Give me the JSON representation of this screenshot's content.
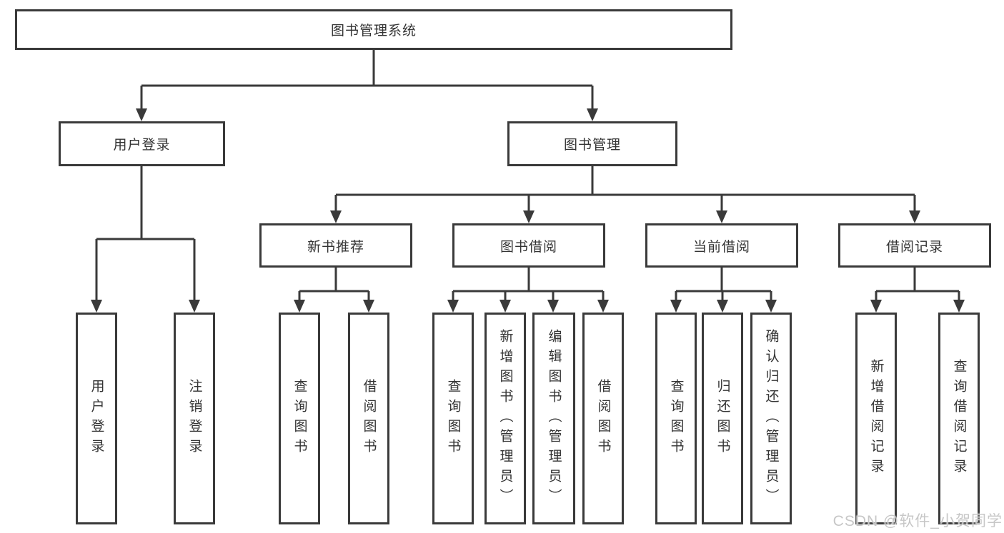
{
  "diagram": {
    "title": "图书管理系统",
    "nodes": [
      {
        "id": "root",
        "label": "图书管理系统"
      },
      {
        "id": "user-login",
        "label": "用户登录"
      },
      {
        "id": "book-management",
        "label": "图书管理"
      },
      {
        "id": "new-book-recommend",
        "label": "新书推荐"
      },
      {
        "id": "book-borrowing",
        "label": "图书借阅"
      },
      {
        "id": "current-borrowing",
        "label": "当前借阅"
      },
      {
        "id": "borrowing-records",
        "label": "借阅记录"
      },
      {
        "id": "leaf-user-login",
        "label": "用户登录"
      },
      {
        "id": "leaf-logout",
        "label": "注销登录"
      },
      {
        "id": "leaf-recommend-query-books",
        "label": "查询图书"
      },
      {
        "id": "leaf-recommend-borrow-books",
        "label": "借阅图书"
      },
      {
        "id": "leaf-borrowing-query-books",
        "label": "查询图书"
      },
      {
        "id": "leaf-borrowing-add-books-admin",
        "label": "新增图书（管理员）"
      },
      {
        "id": "leaf-borrowing-edit-books-admin",
        "label": "编辑图书（管理员）"
      },
      {
        "id": "leaf-borrowing-borrow-books",
        "label": "借阅图书"
      },
      {
        "id": "leaf-current-query-books",
        "label": "查询图书"
      },
      {
        "id": "leaf-current-return-books",
        "label": "归还图书"
      },
      {
        "id": "leaf-current-confirm-return-admin",
        "label": "确认归还（管理员）"
      },
      {
        "id": "leaf-records-add-record",
        "label": "新增借阅记录"
      },
      {
        "id": "leaf-records-query-record",
        "label": "查询借阅记录"
      }
    ],
    "edges": [
      [
        "root",
        "user-login"
      ],
      [
        "root",
        "book-management"
      ],
      [
        "user-login",
        "leaf-user-login"
      ],
      [
        "user-login",
        "leaf-logout"
      ],
      [
        "book-management",
        "new-book-recommend"
      ],
      [
        "book-management",
        "book-borrowing"
      ],
      [
        "book-management",
        "current-borrowing"
      ],
      [
        "book-management",
        "borrowing-records"
      ],
      [
        "new-book-recommend",
        "leaf-recommend-query-books"
      ],
      [
        "new-book-recommend",
        "leaf-recommend-borrow-books"
      ],
      [
        "book-borrowing",
        "leaf-borrowing-query-books"
      ],
      [
        "book-borrowing",
        "leaf-borrowing-add-books-admin"
      ],
      [
        "book-borrowing",
        "leaf-borrowing-edit-books-admin"
      ],
      [
        "book-borrowing",
        "leaf-borrowing-borrow-books"
      ],
      [
        "current-borrowing",
        "leaf-current-query-books"
      ],
      [
        "current-borrowing",
        "leaf-current-return-books"
      ],
      [
        "current-borrowing",
        "leaf-current-confirm-return-admin"
      ],
      [
        "borrowing-records",
        "leaf-records-add-record"
      ],
      [
        "borrowing-records",
        "leaf-records-query-record"
      ]
    ]
  },
  "watermark": {
    "text": "CSDN @软件_小贺同学"
  },
  "colors": {
    "line": "#3a3a3a",
    "text": "#333333",
    "watermark": "#c7c7c7",
    "background": "#ffffff"
  }
}
